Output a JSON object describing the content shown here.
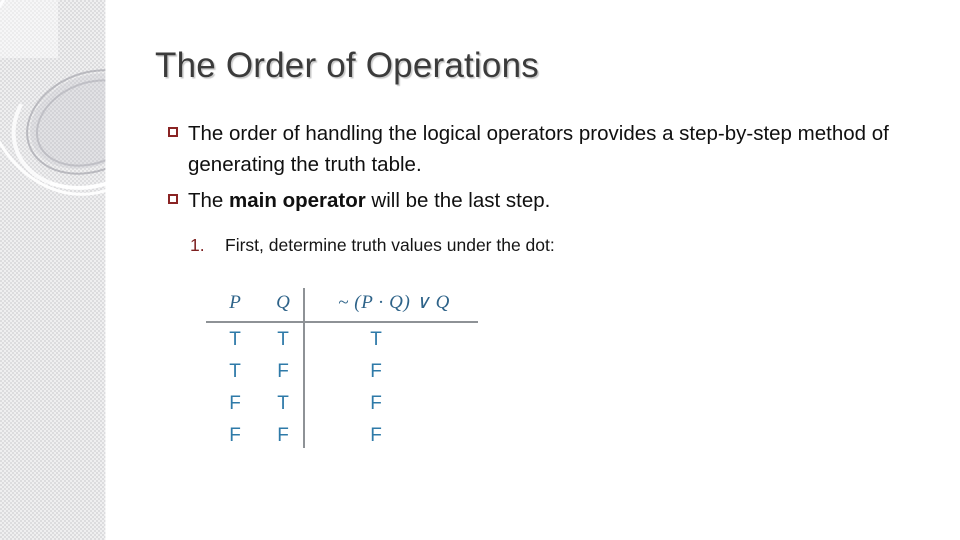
{
  "slide": {
    "title": "The Order of Operations",
    "background_color": "#ffffff",
    "sidebar_color": "#dcdcde",
    "accent_color": "#8a2424",
    "table_color": "#2e6389"
  },
  "bullets": [
    {
      "marker": "square-outline",
      "text_before_bold": "The order of handling the logical operators provides a step-by-step method of generating the truth table.",
      "bold": "",
      "text_after_bold": ""
    },
    {
      "marker": "square-outline",
      "text_before_bold": "The ",
      "bold": "main operator",
      "text_after_bold": " will be the last step."
    }
  ],
  "numbered_list": [
    {
      "number": "1.",
      "text": "First, determine truth values under the dot:"
    }
  ],
  "truth_table": {
    "headers": {
      "p": "P",
      "q": "Q",
      "expression": "~ (P · Q) ∨ Q"
    },
    "rows": [
      {
        "p": "T",
        "q": "T",
        "result": "T"
      },
      {
        "p": "T",
        "q": "F",
        "result": "F"
      },
      {
        "p": "F",
        "q": "T",
        "result": "F"
      },
      {
        "p": "F",
        "q": "F",
        "result": "F"
      }
    ]
  }
}
